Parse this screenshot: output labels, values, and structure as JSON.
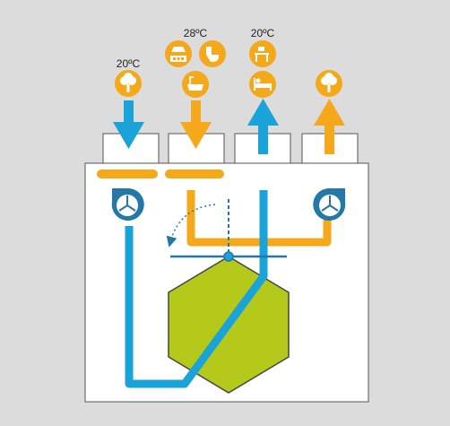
{
  "colors": {
    "background": "#dcdcdc",
    "unit": "#ffffff",
    "blue_duct": "#1aa3d9",
    "orange_duct": "#f5a81a",
    "heat_exchanger": "#b5c91a",
    "fan": "#2378a8",
    "icon_circle": "#f5a81a",
    "outline": "#555555",
    "text": "#222222"
  },
  "temperatures": {
    "outdoor_fresh": "20ºC",
    "indoor_extract": "28ºC",
    "supply_to_rooms": "20ºC"
  },
  "icons": {
    "outdoor_fresh": [
      "tree-icon"
    ],
    "indoor_extract": [
      "range-hood-icon",
      "toilet-icon",
      "bathtub-icon"
    ],
    "supply_to_rooms": [
      "desk-icon",
      "bed-icon"
    ],
    "exhaust_outdoor": [
      "tree-icon"
    ]
  },
  "ducts": {
    "outdoor_fresh": "blue",
    "indoor_extract": "orange",
    "supply_to_rooms": "blue",
    "exhaust_outdoor": "orange"
  },
  "arrows": {
    "outdoor_fresh": "down",
    "indoor_extract": "down",
    "supply_to_rooms": "up",
    "exhaust_outdoor": "up"
  },
  "components": [
    "supply-fan",
    "extract-fan",
    "hexagonal-heat-exchanger",
    "bypass-damper",
    "extract-filter",
    "intake-filter"
  ]
}
